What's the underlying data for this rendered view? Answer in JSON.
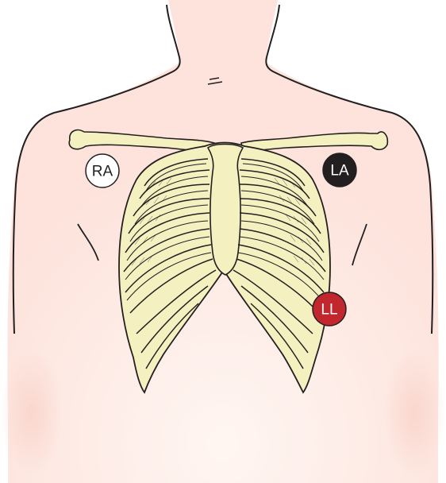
{
  "electrodes": {
    "ra": {
      "label": "RA",
      "fill": "#ffffff",
      "text_color": "#231f20"
    },
    "la": {
      "label": "LA",
      "fill": "#231f20",
      "text_color": "#ffffff"
    },
    "ll": {
      "label": "LL",
      "fill": "#c1272d",
      "text_color": "#ffffff"
    }
  },
  "colors": {
    "skin": "#fde3dc",
    "skin_glow": "#fff3ef",
    "bone": "#f4f0c0",
    "bone_shade": "#e8e29f",
    "outline": "#231f20"
  }
}
